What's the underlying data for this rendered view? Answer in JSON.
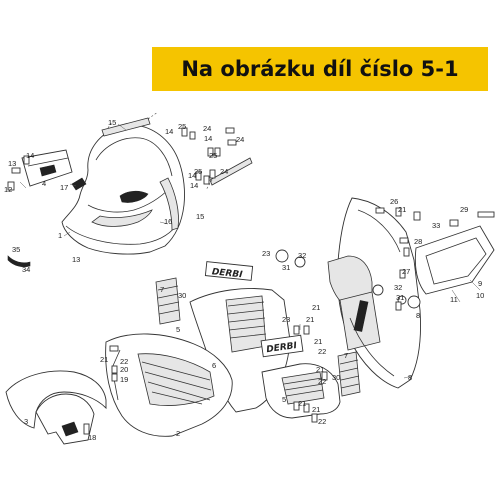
{
  "banner": {
    "text": "Na obrázku díl číslo 5-1",
    "color": "#f5c400"
  },
  "logo_text": "DERBI",
  "labels": [
    {
      "id": "l15a",
      "text": "15"
    },
    {
      "id": "l14a",
      "text": "14"
    },
    {
      "id": "l25a",
      "text": "25"
    },
    {
      "id": "l24a",
      "text": "24"
    },
    {
      "id": "l14b",
      "text": "14"
    },
    {
      "id": "l24b",
      "text": "24"
    },
    {
      "id": "l25b",
      "text": "25"
    },
    {
      "id": "l14c",
      "text": "14"
    },
    {
      "id": "l25c",
      "text": "25"
    },
    {
      "id": "l14d",
      "text": "14"
    },
    {
      "id": "l24c",
      "text": "24"
    },
    {
      "id": "l15b",
      "text": "15"
    },
    {
      "id": "l17",
      "text": "17"
    },
    {
      "id": "l16",
      "text": "16"
    },
    {
      "id": "l1",
      "text": "1"
    },
    {
      "id": "l13a",
      "text": "13"
    },
    {
      "id": "l14e",
      "text": "14"
    },
    {
      "id": "l4",
      "text": "4"
    },
    {
      "id": "l12",
      "text": "12"
    },
    {
      "id": "l35",
      "text": "35"
    },
    {
      "id": "l34",
      "text": "34"
    },
    {
      "id": "l13b",
      "text": "13"
    },
    {
      "id": "l23a",
      "text": "23"
    },
    {
      "id": "l32a",
      "text": "32"
    },
    {
      "id": "l31a",
      "text": "31"
    },
    {
      "id": "l7a",
      "text": "7"
    },
    {
      "id": "l30a",
      "text": "30"
    },
    {
      "id": "l5",
      "text": "5"
    },
    {
      "id": "l21a",
      "text": "21"
    },
    {
      "id": "l23b",
      "text": "23"
    },
    {
      "id": "l21b",
      "text": "21"
    },
    {
      "id": "l21c",
      "text": "21"
    },
    {
      "id": "l22a",
      "text": "22"
    },
    {
      "id": "l21d",
      "text": "21"
    },
    {
      "id": "l22b",
      "text": "22"
    },
    {
      "id": "l21e",
      "text": "21"
    },
    {
      "id": "l8a",
      "text": "8"
    },
    {
      "id": "l20",
      "text": "20"
    },
    {
      "id": "l19",
      "text": "19"
    },
    {
      "id": "l6",
      "text": "6"
    },
    {
      "id": "l7b",
      "text": "7"
    },
    {
      "id": "l30b",
      "text": "30"
    },
    {
      "id": "l5b",
      "text": "5"
    },
    {
      "id": "l21f",
      "text": "21"
    },
    {
      "id": "l22c",
      "text": "22"
    },
    {
      "id": "l3",
      "text": "3"
    },
    {
      "id": "l18",
      "text": "18"
    },
    {
      "id": "l2",
      "text": "2"
    },
    {
      "id": "l21g",
      "text": "21"
    },
    {
      "id": "l22d",
      "text": "22"
    },
    {
      "id": "l26",
      "text": "26"
    },
    {
      "id": "l21h",
      "text": "21"
    },
    {
      "id": "l33",
      "text": "33"
    },
    {
      "id": "l29",
      "text": "29"
    },
    {
      "id": "l28",
      "text": "28"
    },
    {
      "id": "l27",
      "text": "27"
    },
    {
      "id": "l32b",
      "text": "32"
    },
    {
      "id": "l31b",
      "text": "31"
    },
    {
      "id": "l11",
      "text": "11"
    },
    {
      "id": "l10",
      "text": "10"
    },
    {
      "id": "l9",
      "text": "9"
    },
    {
      "id": "l8b",
      "text": "8"
    }
  ]
}
